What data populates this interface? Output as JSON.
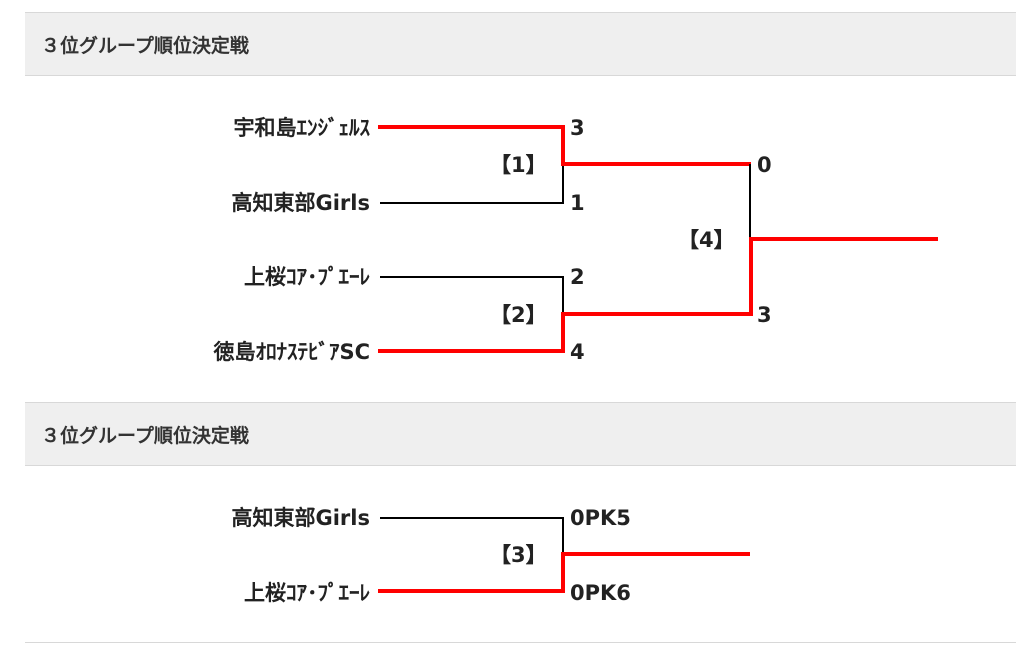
{
  "sections": [
    {
      "title": "３位グループ順位決定戦"
    },
    {
      "title": "３位グループ順位決定戦"
    }
  ],
  "bracket1": {
    "teams": [
      "宇和島ｴﾝｼﾞｪﾙｽ",
      "高知東部Girls",
      "上桜ｺｱ･ﾌﾟｴｰﾚ",
      "徳島ｵﾛﾅｽﾃﾋﾞｱSC"
    ],
    "scores": [
      "3",
      "1",
      "2",
      "4"
    ],
    "matches": [
      "【1】",
      "【2】",
      "【4】"
    ],
    "final_scores": [
      "0",
      "3"
    ]
  },
  "bracket2": {
    "teams": [
      "高知東部Girls",
      "上桜ｺｱ･ﾌﾟｴｰﾚ"
    ],
    "scores": [
      "0PK5",
      "0PK6"
    ],
    "matches": [
      "【3】"
    ]
  },
  "colors": {
    "winner_line": "#ff0000",
    "loser_line": "#000000",
    "header_bg": "#efefef"
  }
}
